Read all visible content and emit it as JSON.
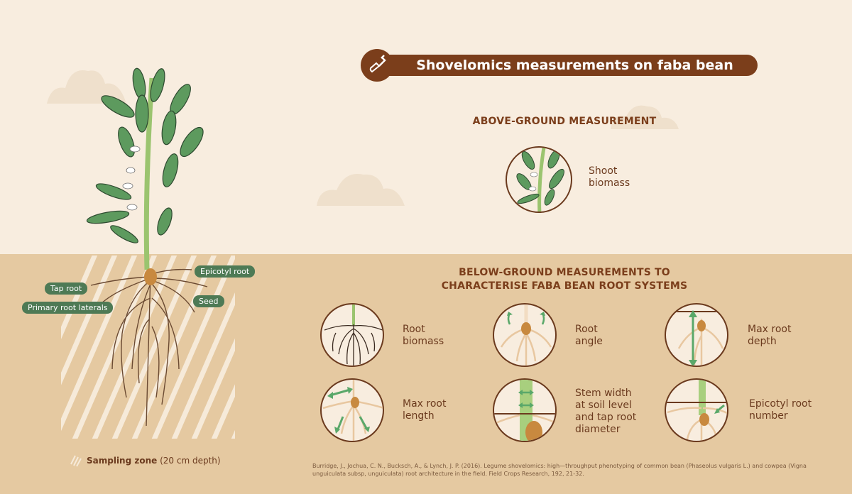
{
  "title": "Shovelomics measurements on faba bean",
  "above_heading": "ABOVE-GROUND MEASUREMENT",
  "shoot_label_1": "Shoot",
  "shoot_label_2": "biomass",
  "below_heading_1": "BELOW-GROUND MEASUREMENTS TO",
  "below_heading_2": "CHARACTERISE FABA BEAN ROOT SYSTEMS",
  "measurements": [
    {
      "line1": "Root",
      "line2": "biomass",
      "icon": "root-biomass-icon"
    },
    {
      "line1": "Root",
      "line2": "angle",
      "icon": "root-angle-icon"
    },
    {
      "line1": "Max root",
      "line2": "depth",
      "icon": "max-root-depth-icon"
    },
    {
      "line1": "Max root",
      "line2": "length",
      "icon": "max-root-length-icon"
    },
    {
      "line1": "Stem width",
      "line2": "at soil level",
      "line3": "and tap root",
      "line4": "diameter",
      "icon": "stem-width-icon"
    },
    {
      "line1": "Epicotyl root",
      "line2": "number",
      "icon": "epicotyl-root-number-icon"
    }
  ],
  "plant_labels": {
    "epicotyl_root": "Epicotyl root",
    "tap_root": "Tap root",
    "seed": "Seed",
    "primary_root_laterals": "Primary root laterals"
  },
  "sampling_zone_bold": "Sampling zone",
  "sampling_zone_rest": " (20 cm depth)",
  "citation": "Burridge, J., Jochua, C. N., Bucksch, A., & Lynch, J. P. (2016). Legume shovelomics: high—throughput phenotyping of common bean (Phaseolus vulgaris L.) and cowpea (Vigna unguiculata subsp, unguiculata) root architecture in the field. Field Crops Research, 192, 21-32.",
  "colors": {
    "sky": "#f8eddf",
    "soil": "#e5c9a1",
    "brown": "#7b3e1b",
    "green": "#4e7a55",
    "leaf": "#5d9a5e",
    "arrow": "#5aa86a"
  }
}
